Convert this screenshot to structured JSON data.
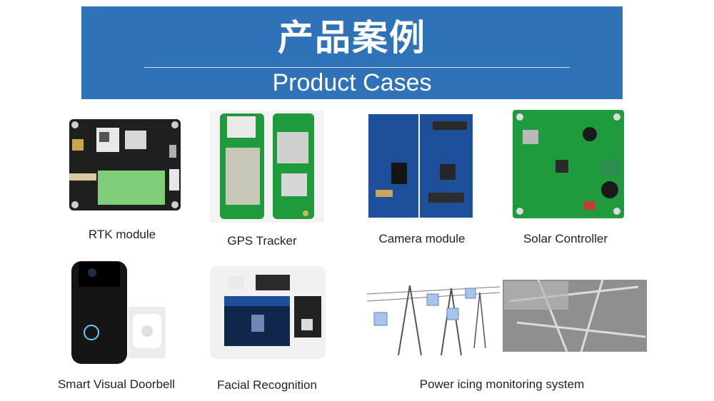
{
  "header": {
    "title_cn": "产品案例",
    "title_en": "Product Cases"
  },
  "products": [
    {
      "label": "RTK module"
    },
    {
      "label": "GPS Tracker"
    },
    {
      "label": "Camera module"
    },
    {
      "label": "Solar Controller"
    },
    {
      "label": "Smart Visual Doorbell"
    },
    {
      "label": "Facial Recognition"
    },
    {
      "label": "Power icing monitoring system"
    }
  ],
  "colors": {
    "banner": "#2f72b8",
    "pcb_black": "#1f1f1f",
    "pcb_green": "#1f9a3d",
    "pcb_blue": "#1d4f9a"
  }
}
